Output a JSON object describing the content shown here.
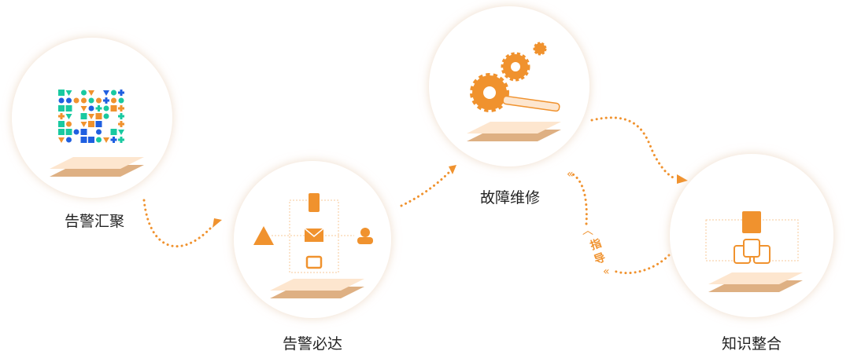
{
  "steps": [
    {
      "label": "告警汇聚",
      "icon": "alert-aggregation-icon"
    },
    {
      "label": "告警必达",
      "icon": "alert-delivery-icon"
    },
    {
      "label": "故障维修",
      "icon": "gear-wrench-icon"
    },
    {
      "label": "知识整合",
      "icon": "knowledge-book-icon"
    }
  ],
  "feedback_label": [
    "指",
    "导"
  ],
  "colors": {
    "accent": "#f0922e",
    "blue": "#1f5fe0",
    "teal": "#19c9a0",
    "plate_light": "#fde6cf",
    "plate_dark": "#deb083"
  }
}
